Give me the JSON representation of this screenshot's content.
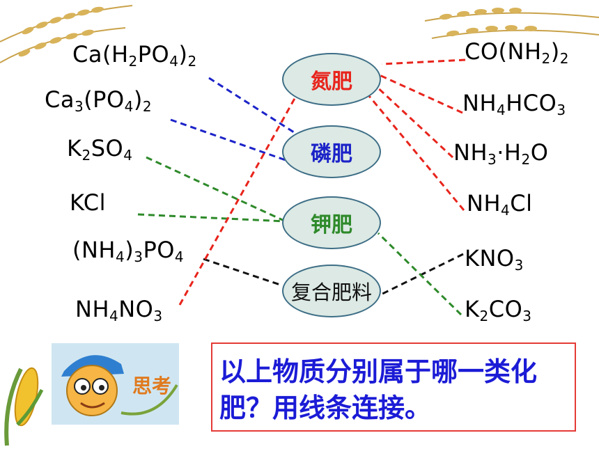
{
  "fertilizer_types": {
    "nitrogen": {
      "label": "氮肥",
      "color": "#e8241c"
    },
    "phosphorus": {
      "label": "磷肥",
      "color": "#1c23c8"
    },
    "potassium": {
      "label": "钾肥",
      "color": "#2e8a2a"
    },
    "compound": {
      "label": "复合肥料",
      "color": "#111111"
    }
  },
  "left_formulas": [
    {
      "id": "ca_h2po4_2",
      "parts": [
        [
          "Ca(H",
          ""
        ],
        [
          "2",
          "sub"
        ],
        [
          "PO",
          ""
        ],
        [
          "4",
          "sub"
        ],
        [
          ")",
          ""
        ],
        [
          "2",
          "sub"
        ]
      ]
    },
    {
      "id": "ca3_po4_2",
      "parts": [
        [
          "Ca",
          ""
        ],
        [
          "3",
          "sub"
        ],
        [
          "(PO",
          ""
        ],
        [
          "4",
          "sub"
        ],
        [
          ")",
          ""
        ],
        [
          "2",
          "sub"
        ]
      ]
    },
    {
      "id": "k2so4",
      "parts": [
        [
          "K",
          ""
        ],
        [
          "2",
          "sub"
        ],
        [
          "SO",
          ""
        ],
        [
          "4",
          "sub"
        ]
      ]
    },
    {
      "id": "kcl",
      "parts": [
        [
          "KCl",
          ""
        ]
      ]
    },
    {
      "id": "nh4_3po4",
      "parts": [
        [
          "(NH",
          ""
        ],
        [
          "4",
          "sub"
        ],
        [
          ")",
          ""
        ],
        [
          "3",
          "sub"
        ],
        [
          "PO",
          ""
        ],
        [
          "4",
          "sub"
        ]
      ]
    },
    {
      "id": "nh4no3",
      "parts": [
        [
          "NH",
          ""
        ],
        [
          "4",
          "sub"
        ],
        [
          "NO",
          ""
        ],
        [
          "3",
          "sub"
        ]
      ]
    }
  ],
  "right_formulas": [
    {
      "id": "co_nh2_2",
      "parts": [
        [
          "CO(NH",
          ""
        ],
        [
          "2",
          "sub"
        ],
        [
          ")",
          ""
        ],
        [
          "2",
          "sub"
        ]
      ]
    },
    {
      "id": "nh4hco3",
      "parts": [
        [
          "NH",
          ""
        ],
        [
          "4",
          "sub"
        ],
        [
          "HCO",
          ""
        ],
        [
          "3",
          "sub"
        ]
      ]
    },
    {
      "id": "nh3_h2o",
      "parts": [
        [
          "NH",
          ""
        ],
        [
          "3",
          "sub"
        ],
        [
          "·H",
          ""
        ],
        [
          "2",
          "sub"
        ],
        [
          "O",
          ""
        ]
      ]
    },
    {
      "id": "nh4cl",
      "parts": [
        [
          "NH",
          ""
        ],
        [
          "4",
          "sub"
        ],
        [
          "Cl",
          ""
        ]
      ]
    },
    {
      "id": "kno3",
      "parts": [
        [
          "KNO",
          ""
        ],
        [
          "3",
          "sub"
        ]
      ]
    },
    {
      "id": "k2co3",
      "parts": [
        [
          "K",
          ""
        ],
        [
          "2",
          "sub"
        ],
        [
          "CO",
          ""
        ],
        [
          "3",
          "sub"
        ]
      ]
    }
  ],
  "connections": [
    {
      "from": "ca_h2po4_2",
      "to": "phosphorus"
    },
    {
      "from": "ca3_po4_2",
      "to": "phosphorus"
    },
    {
      "from": "k2so4",
      "to": "potassium"
    },
    {
      "from": "kcl",
      "to": "potassium"
    },
    {
      "from": "nh4_3po4",
      "to": "compound"
    },
    {
      "from": "nh4no3",
      "to": "nitrogen"
    },
    {
      "from": "co_nh2_2",
      "to": "nitrogen"
    },
    {
      "from": "nh4hco3",
      "to": "nitrogen"
    },
    {
      "from": "nh3_h2o",
      "to": "nitrogen"
    },
    {
      "from": "nh4cl",
      "to": "nitrogen"
    },
    {
      "from": "kno3",
      "to": "compound"
    },
    {
      "from": "k2co3",
      "to": "potassium"
    }
  ],
  "question": "以上物质分别属于哪一类化肥？用线条连接。",
  "think_label": "思考"
}
